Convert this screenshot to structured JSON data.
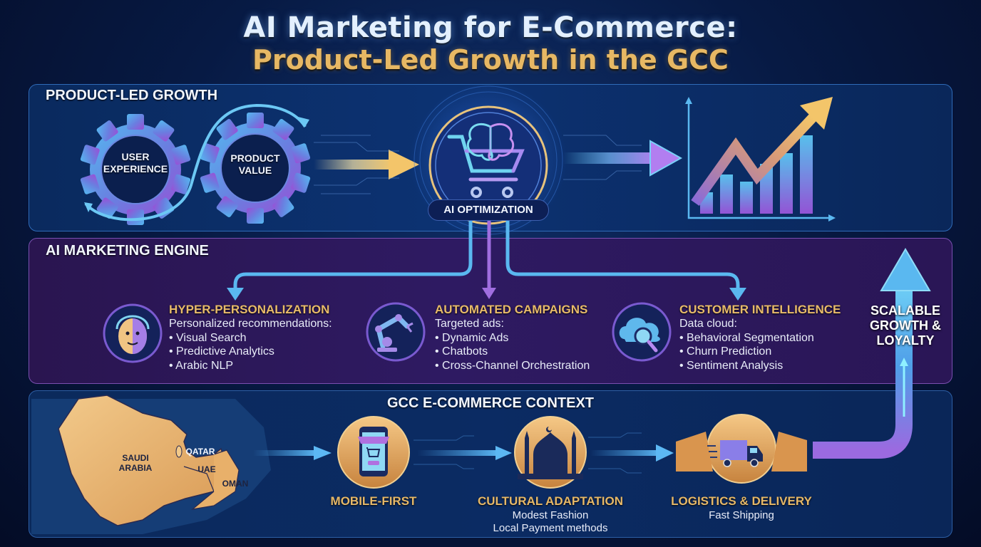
{
  "title": {
    "line1": "AI Marketing for E-Commerce:",
    "line2": "Product-Led Growth in the GCC"
  },
  "colors": {
    "background": "#071a44",
    "title_primary": "#e3f0ff",
    "title_accent": "#e7b864",
    "heading_gold": "#e8bb6a",
    "panel_blue_border": "#2f6bb8",
    "panel_purple_border": "#7a4fb0",
    "cyan": "#5fc4f0",
    "violet": "#a06ee0"
  },
  "product_led_growth": {
    "label": "PRODUCT-LED GROWTH",
    "gears": [
      {
        "text_line1": "USER",
        "text_line2": "EXPERIENCE",
        "icon": "gear-icon"
      },
      {
        "text_line1": "PRODUCT",
        "text_line2": "VALUE",
        "icon": "gear-icon"
      }
    ],
    "center": {
      "label": "AI OPTIMIZATION",
      "icon": "brain-cart-icon"
    },
    "result_icon": "growth-chart-icon"
  },
  "ai_marketing_engine": {
    "label": "AI MARKETING ENGINE",
    "cards": [
      {
        "icon": "avatar-face-icon",
        "title": "HYPER-PERSONALIZATION",
        "intro": "Personalized recommendations:",
        "bullets": [
          "• Visual Search",
          "• Predictive Analytics",
          "• Arabic NLP"
        ]
      },
      {
        "icon": "robot-arm-icon",
        "title": "AUTOMATED CAMPAIGNS",
        "intro": "Targeted ads:",
        "bullets": [
          "• Dynamic Ads",
          "• Chatbots",
          "• Cross-Channel Orchestration"
        ]
      },
      {
        "icon": "cloud-search-icon",
        "title": "CUSTOMER INTELLIGENCE",
        "intro": "Data cloud:",
        "bullets": [
          "• Behavioral Segmentation",
          "• Churn Prediction",
          "• Sentiment Analysis"
        ]
      }
    ],
    "outcome": {
      "line1": "SCALABLE",
      "line2": "GROWTH &",
      "line3": "LOYALTY"
    }
  },
  "gcc_context": {
    "label": "GCC E-COMMERCE CONTEXT",
    "map_labels": {
      "saudi_line1": "SAUDI",
      "saudi_line2": "ARABIA",
      "qatar": "QATAR",
      "uae": "UAE",
      "oman": "OMAN"
    },
    "items": [
      {
        "icon": "mobile-shop-icon",
        "title": "MOBILE-FIRST",
        "sub": []
      },
      {
        "icon": "mosque-icon",
        "title": "CULTURAL ADAPTATION",
        "sub": [
          "Modest Fashion",
          "Local Payment methods"
        ]
      },
      {
        "icon": "delivery-truck-icon",
        "title": "LOGISTICS & DELIVERY",
        "sub": [
          "Fast Shipping"
        ]
      }
    ]
  }
}
